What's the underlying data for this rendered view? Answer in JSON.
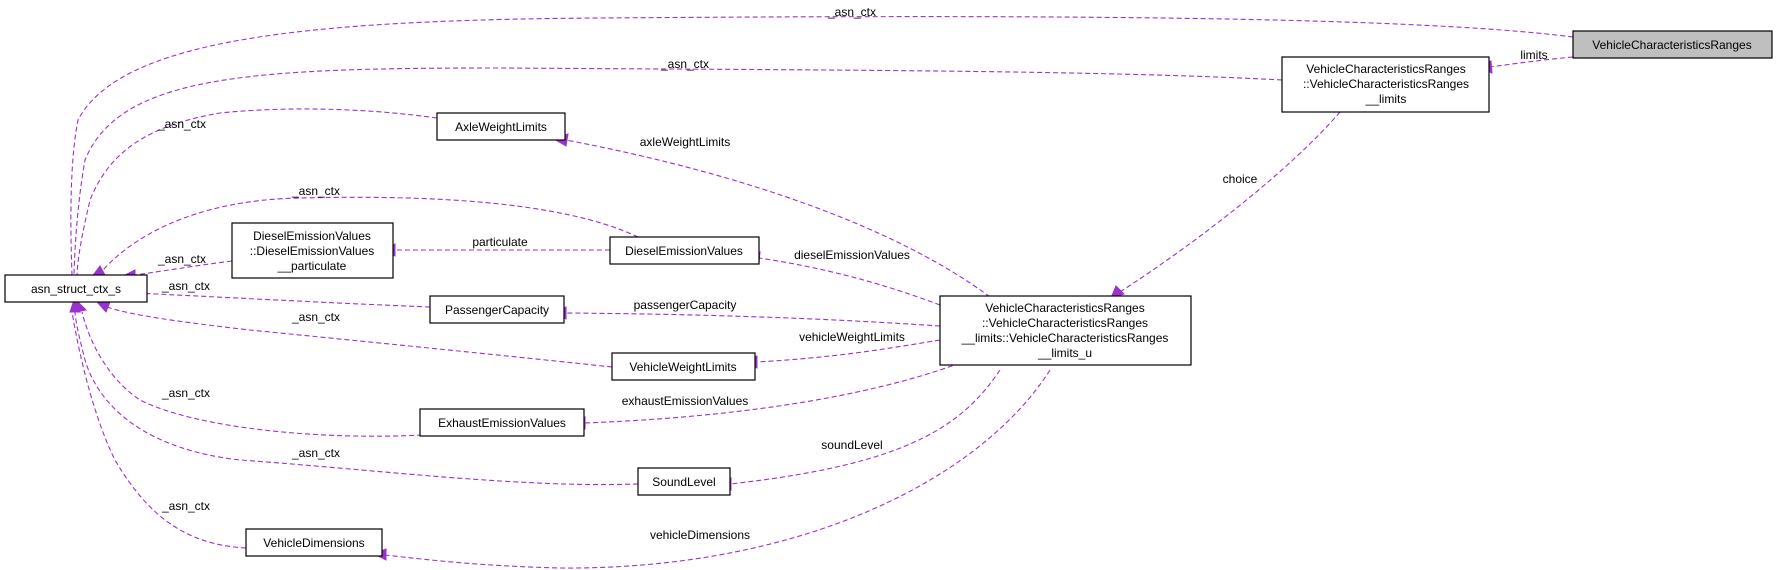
{
  "nodes": {
    "vcr": "VehicleCharacteristicsRanges",
    "vcr_limits": [
      "VehicleCharacteristicsRanges",
      "::VehicleCharacteristicsRanges",
      "__limits"
    ],
    "vcr_limits_u": [
      "VehicleCharacteristicsRanges",
      "::VehicleCharacteristicsRanges",
      "__limits::VehicleCharacteristicsRanges",
      "__limits_u"
    ],
    "asn_struct_ctx_s": "asn_struct_ctx_s",
    "axle_weight_limits": "AxleWeightLimits",
    "diesel_particulate": [
      "DieselEmissionValues",
      "::DieselEmissionValues",
      "__particulate"
    ],
    "diesel_emission_values": "DieselEmissionValues",
    "passenger_capacity": "PassengerCapacity",
    "vehicle_weight_limits": "VehicleWeightLimits",
    "exhaust_emission_values": "ExhaustEmissionValues",
    "sound_level": "SoundLevel",
    "vehicle_dimensions": "VehicleDimensions"
  },
  "edge_labels": {
    "asn_ctx": "_asn_ctx",
    "limits": "limits",
    "choice": "choice",
    "axle_weight_limits": "axleWeightLimits",
    "particulate": "particulate",
    "diesel_emission_values": "dieselEmissionValues",
    "passenger_capacity": "passengerCapacity",
    "vehicle_weight_limits": "vehicleWeightLimits",
    "exhaust_emission_values": "exhaustEmissionValues",
    "sound_level": "soundLevel",
    "vehicle_dimensions": "vehicleDimensions"
  },
  "colors": {
    "edge": "#9a32cd",
    "highlight_node": "#bfbfbf"
  }
}
